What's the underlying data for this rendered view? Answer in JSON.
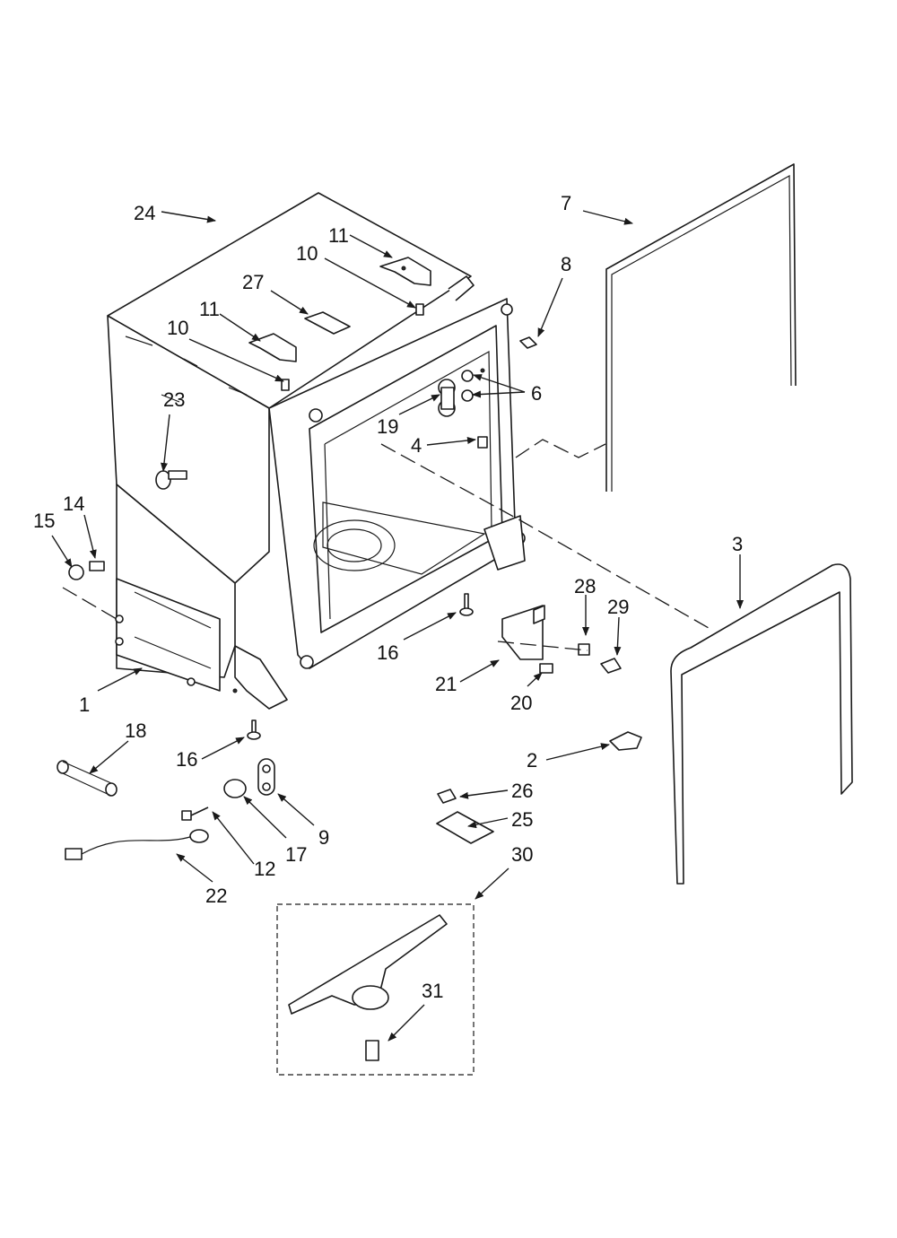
{
  "diagram": {
    "type": "exploded-parts-diagram",
    "callouts": [
      "24",
      "11",
      "10",
      "27",
      "11",
      "10",
      "23",
      "7",
      "8",
      "6",
      "19",
      "4",
      "3",
      "15",
      "14",
      "28",
      "29",
      "16",
      "21",
      "1",
      "20",
      "18",
      "16",
      "2",
      "26",
      "9",
      "12",
      "17",
      "25",
      "30",
      "22",
      "31"
    ]
  }
}
